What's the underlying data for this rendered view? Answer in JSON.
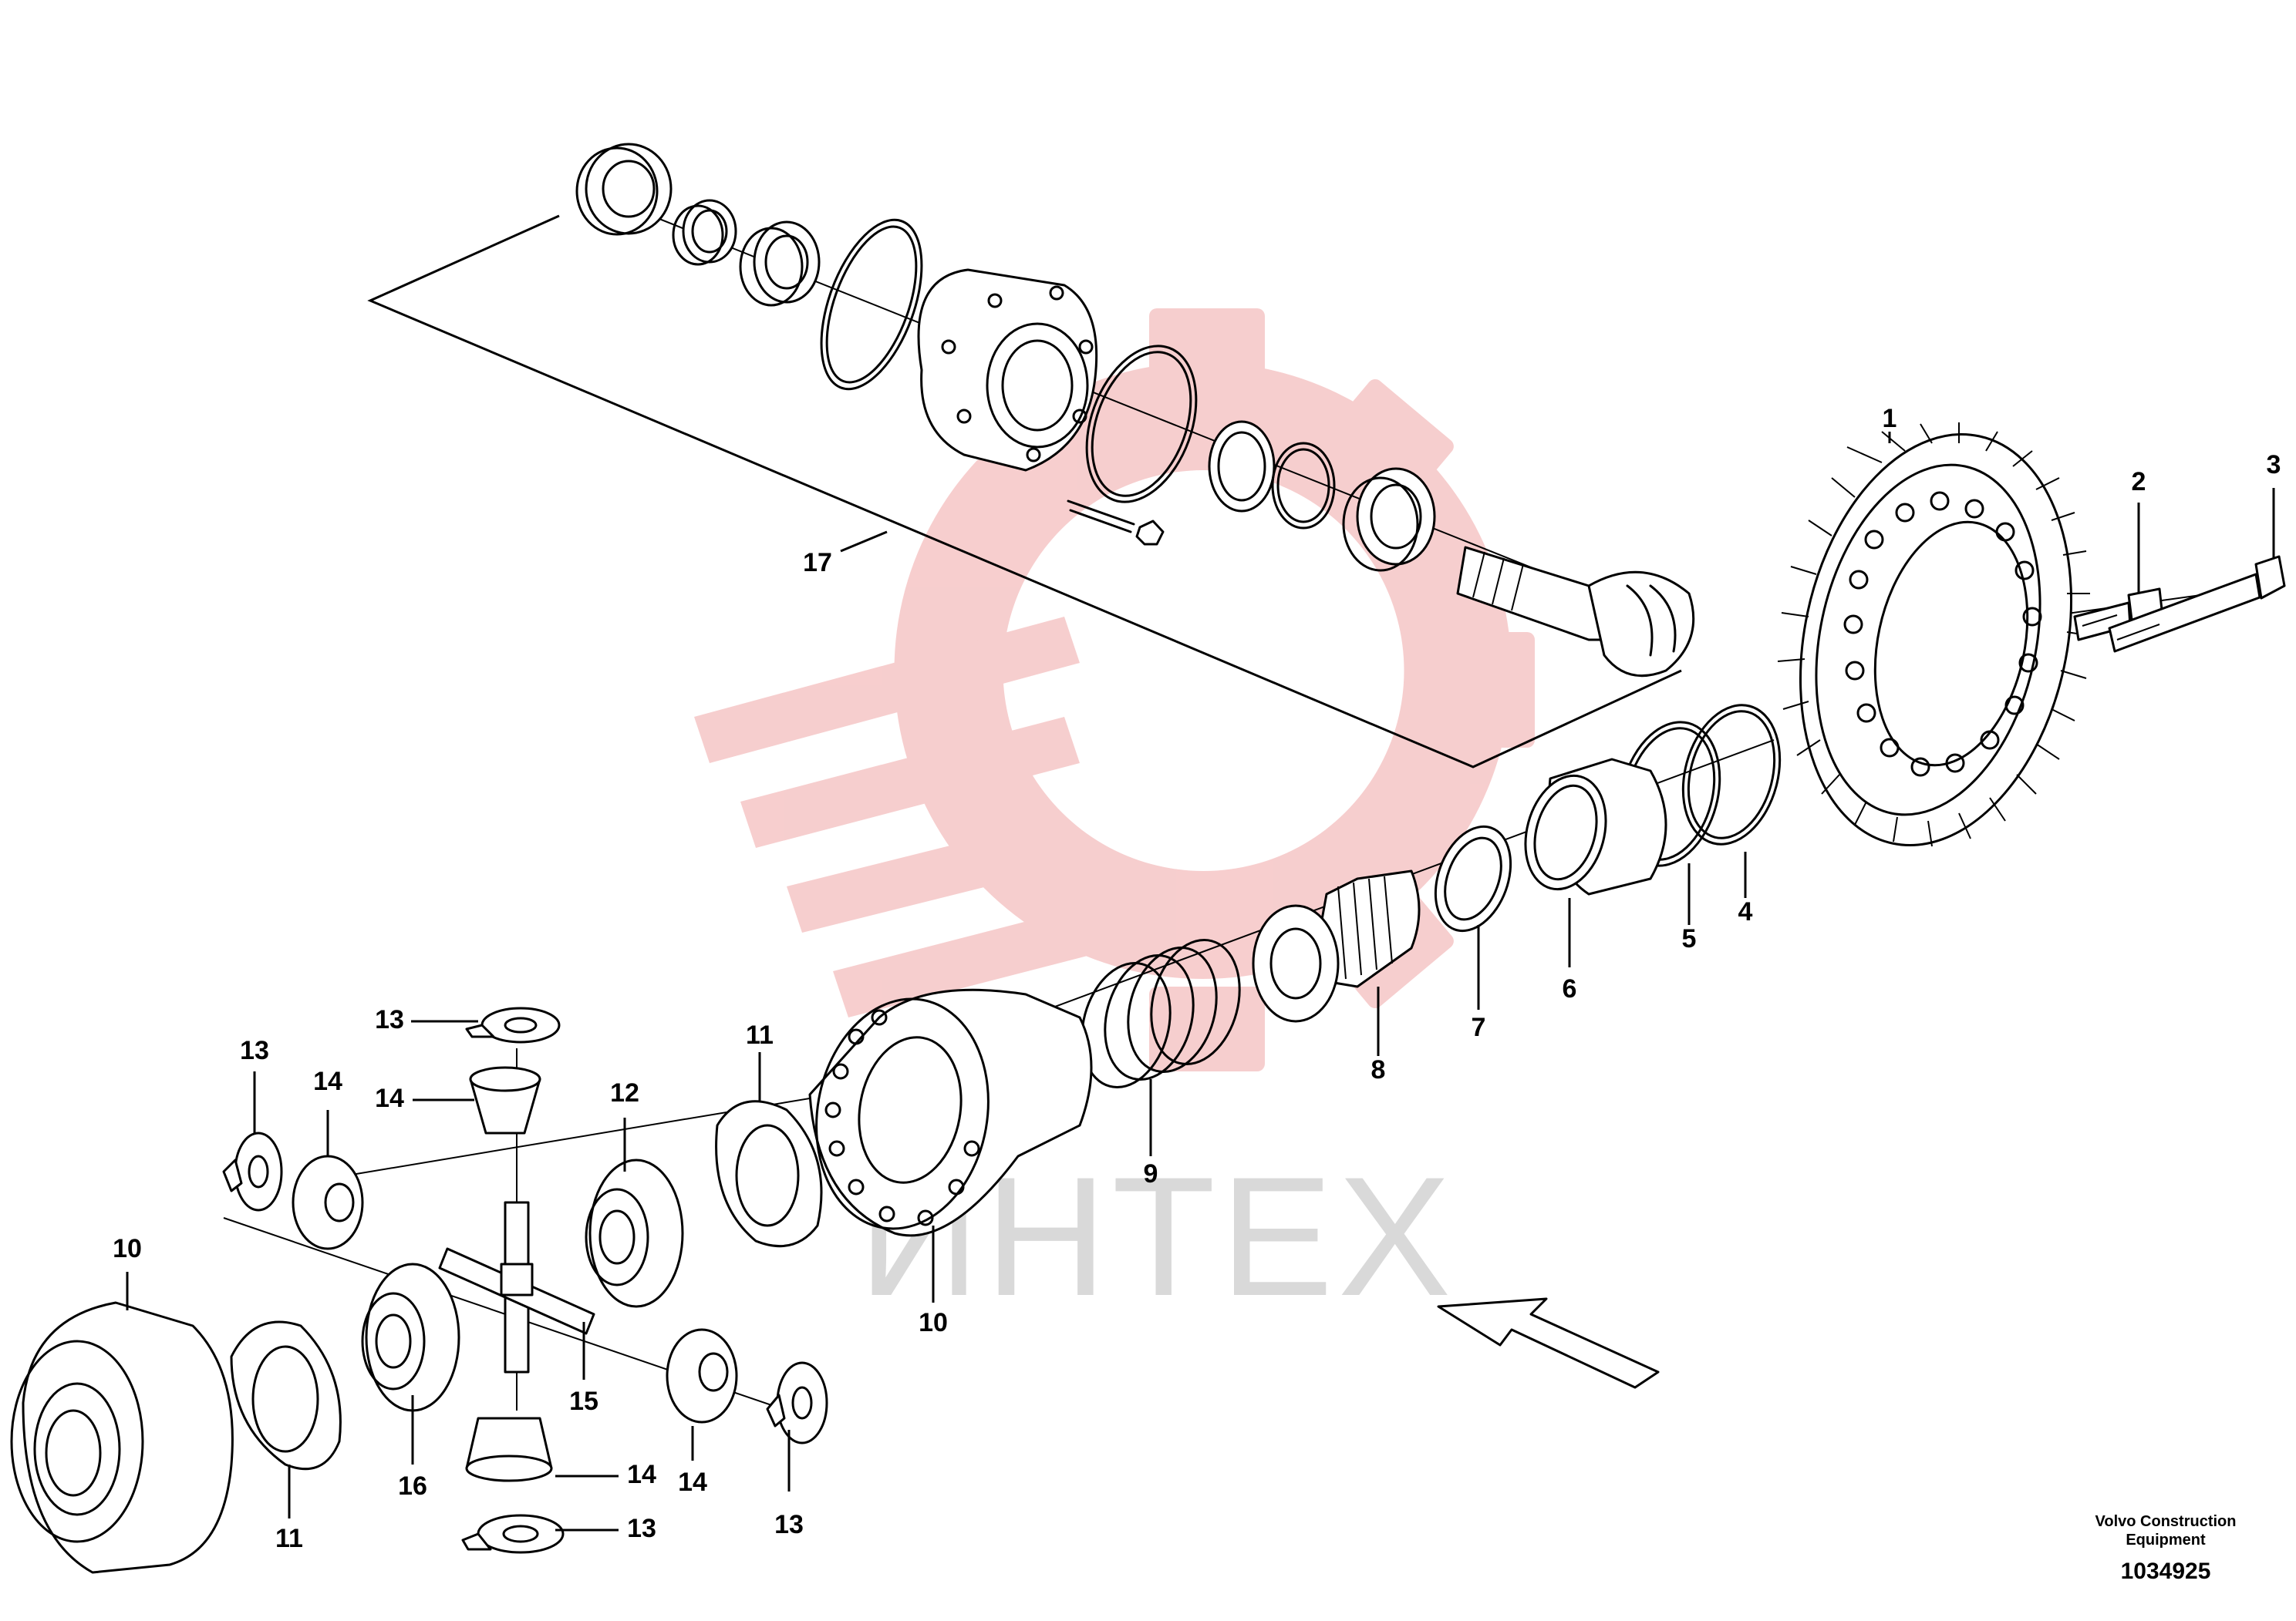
{
  "watermark": {
    "text": "ИНТЕХ",
    "color": "#d9d9d9",
    "logo_color": "#f6c9c9"
  },
  "callouts": [
    {
      "id": "c1",
      "label": "1"
    },
    {
      "id": "c2",
      "label": "2"
    },
    {
      "id": "c3",
      "label": "3"
    },
    {
      "id": "c4",
      "label": "4"
    },
    {
      "id": "c5",
      "label": "5"
    },
    {
      "id": "c6",
      "label": "6"
    },
    {
      "id": "c7",
      "label": "7"
    },
    {
      "id": "c8",
      "label": "8"
    },
    {
      "id": "c9",
      "label": "9"
    },
    {
      "id": "c10a",
      "label": "10"
    },
    {
      "id": "c10b",
      "label": "10"
    },
    {
      "id": "c11a",
      "label": "11"
    },
    {
      "id": "c11b",
      "label": "11"
    },
    {
      "id": "c12",
      "label": "12"
    },
    {
      "id": "c13a",
      "label": "13"
    },
    {
      "id": "c13b",
      "label": "13"
    },
    {
      "id": "c13c",
      "label": "13"
    },
    {
      "id": "c13d",
      "label": "13"
    },
    {
      "id": "c14a",
      "label": "14"
    },
    {
      "id": "c14b",
      "label": "14"
    },
    {
      "id": "c14c",
      "label": "14"
    },
    {
      "id": "c14d",
      "label": "14"
    },
    {
      "id": "c15",
      "label": "15"
    },
    {
      "id": "c16",
      "label": "16"
    },
    {
      "id": "c17",
      "label": "17"
    }
  ],
  "footer": {
    "brand_line1": "Volvo Construction",
    "brand_line2": "Equipment",
    "drawing_number": "1034925"
  }
}
